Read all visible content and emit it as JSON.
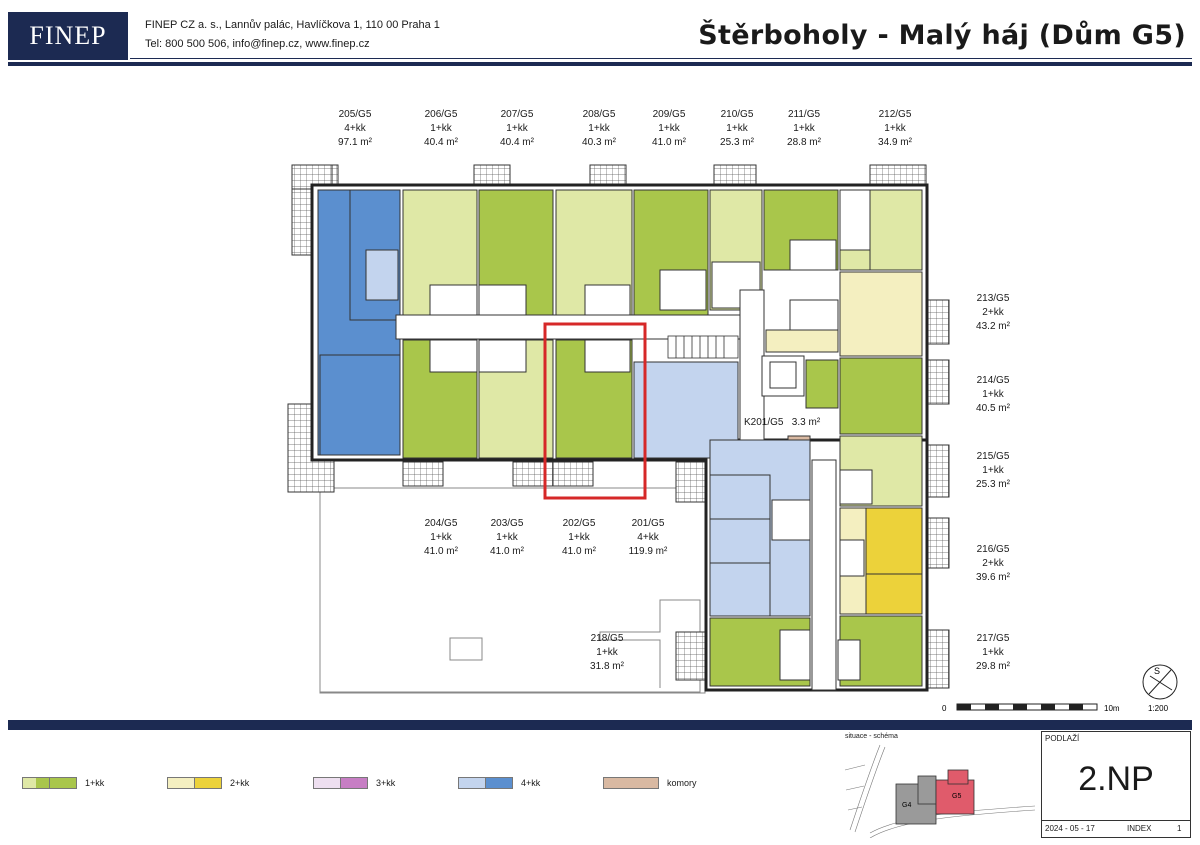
{
  "header": {
    "logo": "FINEP",
    "company_line1": "FINEP CZ a. s., Lannův palác, Havlíčkova 1, 110 00   Praha  1",
    "company_line2": "Tel: 800 500 506, info@finep.cz, www.finep.cz",
    "title": "Štěrboholy - Malý háj (Dům G5)"
  },
  "colors": {
    "brand_navy": "#1c2a52",
    "one_kk_light": "#dfe8a6",
    "one_kk_dark": "#a9c64b",
    "two_kk_light": "#f4efc0",
    "two_kk_dark": "#ecd23a",
    "three_kk_light": "#eedff0",
    "three_kk_dark": "#c77ec4",
    "four_kk_light": "#c3d4ee",
    "four_kk_dark": "#5b8fcf",
    "storage": "#d9b9a2",
    "highlight": "#d62828"
  },
  "units": [
    {
      "id": "205/G5",
      "type": "4+kk",
      "area": "97.1 m²"
    },
    {
      "id": "206/G5",
      "type": "1+kk",
      "area": "40.4 m²"
    },
    {
      "id": "207/G5",
      "type": "1+kk",
      "area": "40.4 m²"
    },
    {
      "id": "208/G5",
      "type": "1+kk",
      "area": "40.3 m²"
    },
    {
      "id": "209/G5",
      "type": "1+kk",
      "area": "41.0 m²"
    },
    {
      "id": "210/G5",
      "type": "1+kk",
      "area": "25.3 m²"
    },
    {
      "id": "211/G5",
      "type": "1+kk",
      "area": "28.8 m²"
    },
    {
      "id": "212/G5",
      "type": "1+kk",
      "area": "34.9 m²"
    },
    {
      "id": "213/G5",
      "type": "2+kk",
      "area": "43.2 m²"
    },
    {
      "id": "214/G5",
      "type": "1+kk",
      "area": "40.5 m²"
    },
    {
      "id": "215/G5",
      "type": "1+kk",
      "area": "25.3 m²"
    },
    {
      "id": "216/G5",
      "type": "2+kk",
      "area": "39.6 m²"
    },
    {
      "id": "217/G5",
      "type": "1+kk",
      "area": "29.8 m²"
    },
    {
      "id": "204/G5",
      "type": "1+kk",
      "area": "41.0 m²"
    },
    {
      "id": "203/G5",
      "type": "1+kk",
      "area": "41.0 m²"
    },
    {
      "id": "202/G5",
      "type": "1+kk",
      "area": "41.0 m²"
    },
    {
      "id": "201/G5",
      "type": "4+kk",
      "area": "119.9 m²"
    },
    {
      "id": "218/G5",
      "type": "1+kk",
      "area": "31.8 m²"
    }
  ],
  "storage_label": "K201/G5   3.3 m²",
  "scale": {
    "zero": "0",
    "ten": "10m",
    "ratio": "1:200"
  },
  "compass_letter": "S",
  "legend": [
    {
      "label": "1+kk",
      "light": "#dfe8a6",
      "dark": "#a9c64b"
    },
    {
      "label": "2+kk",
      "light": "#f4efc0",
      "dark": "#ecd23a"
    },
    {
      "label": "3+kk",
      "light": "#eedff0",
      "dark": "#c77ec4"
    },
    {
      "label": "4+kk",
      "light": "#c3d4ee",
      "dark": "#5b8fcf"
    },
    {
      "label": "komory",
      "light": "#d9b9a2",
      "dark": "#d9b9a2"
    }
  ],
  "situation": {
    "label": "situace - schéma",
    "g4": "G4",
    "g5": "G5"
  },
  "floor": {
    "title": "PODLAŽÍ",
    "value": "2.NP",
    "date": "2024 - 05 - 17",
    "index_label": "INDEX",
    "index_value": "1"
  }
}
